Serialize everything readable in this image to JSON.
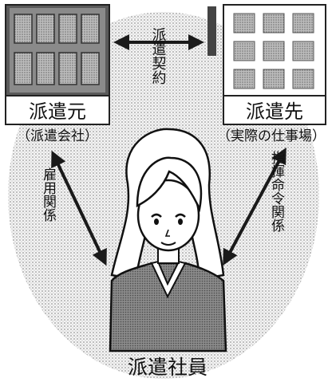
{
  "dispatcher": {
    "name": "派遣元",
    "subtitle": "（派遣会社）"
  },
  "client": {
    "name": "派遣先",
    "subtitle": "（実際の仕事場）"
  },
  "worker": {
    "name": "派遣社員"
  },
  "relations": {
    "dispatch_contract": "派遣契約",
    "employment": "雇用関係",
    "command": "指揮命令関係"
  }
}
